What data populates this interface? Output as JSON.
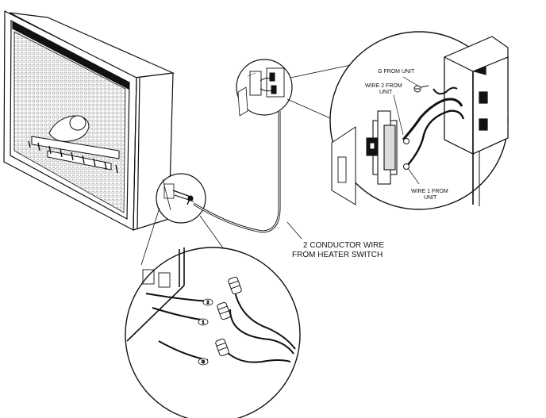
{
  "labels": {
    "g_from_unit": "G FROM UNIT",
    "wire2_line1": "WIRE 2 FROM",
    "wire2_line2": "UNIT",
    "wire1_line1": "WIRE 1 FROM",
    "wire1_line2": "UNIT",
    "conductor_line1": "2 CONDUCTOR WIRE",
    "conductor_line2": "FROM HEATER SWITCH"
  },
  "wire_tags": {
    "tag_2": "2",
    "tag_1": "1",
    "tag_g": "G"
  },
  "colors": {
    "line": "#111111",
    "mesh": "#9a9a9a",
    "background": "#ffffff"
  }
}
